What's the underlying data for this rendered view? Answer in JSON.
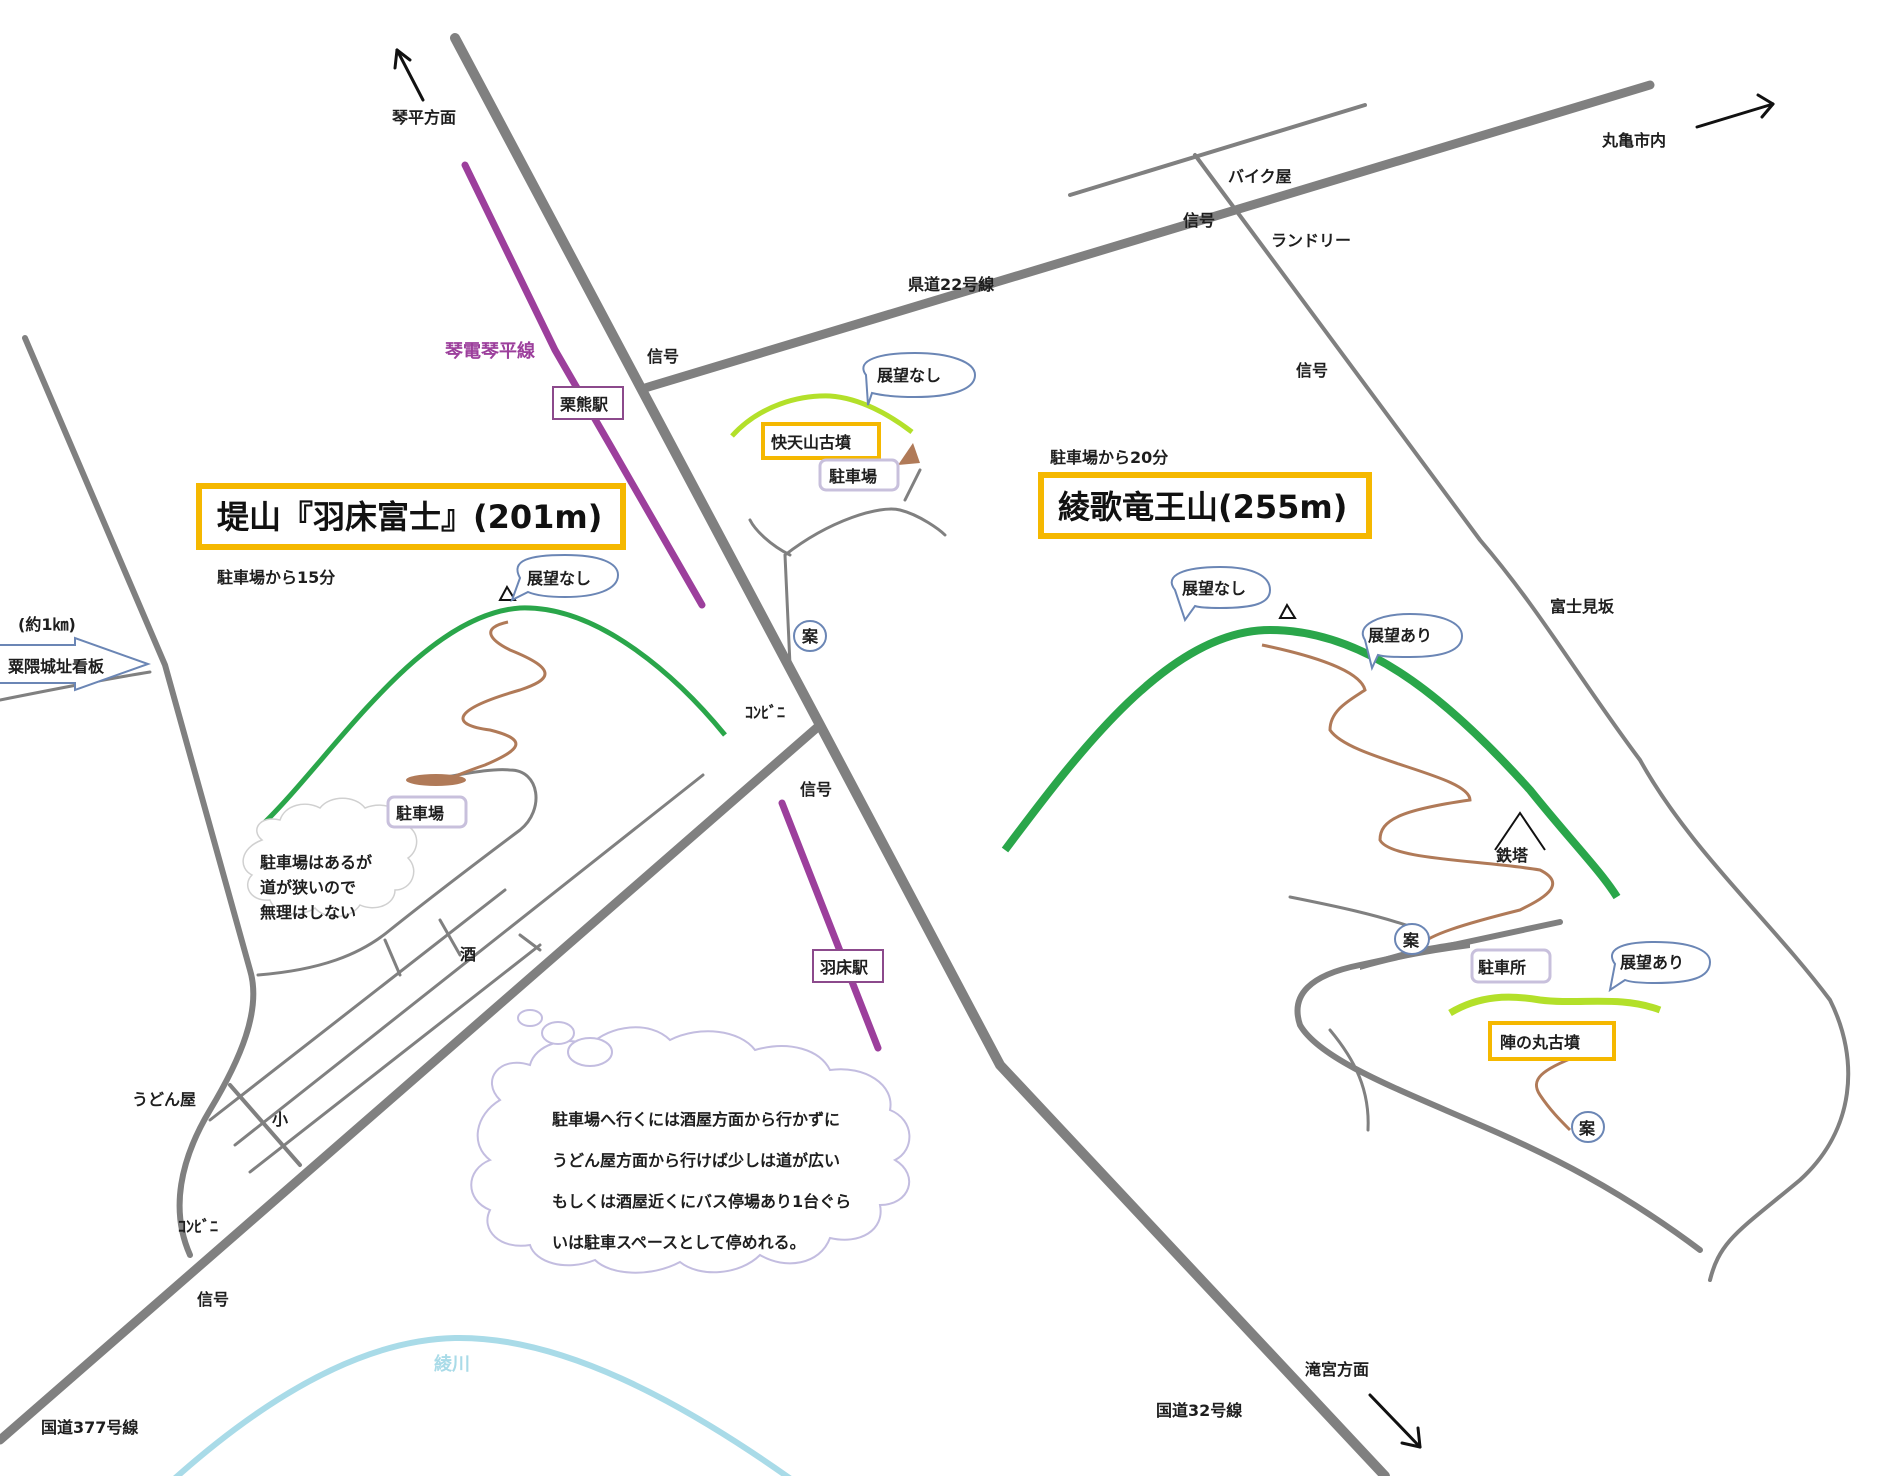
{
  "colors": {
    "road": "#808080",
    "rail": "#9c3f9c",
    "mountain": "#2aa64a",
    "trail": "#b07a58",
    "kofun": "#b3e02a",
    "river": "#a9dbe8",
    "title_border": "#f5b800",
    "bubble_border": "#6b86b5",
    "cloud_border": "#c3bde0",
    "station_border": "#8c4a8c",
    "parking_box": "#c8c0dc"
  },
  "icons": {
    "summit": "triangle-icon",
    "tower": "tower-icon",
    "arrows": "arrow-icon"
  },
  "directions": {
    "kotohira": "琴平方面",
    "marugame": "丸亀市内",
    "takinomiya": "滝宮方面"
  },
  "roads": {
    "route22": "県道22号線",
    "route32": "国道32号線",
    "route377": "国道377号線"
  },
  "rail": {
    "line_name": "琴電琴平線",
    "station_kurikuma": "栗熊駅",
    "station_habu": "羽床駅"
  },
  "signals": {
    "s1": "信号",
    "s2": "信号",
    "s3": "信号",
    "s4": "信号",
    "s5": "信号"
  },
  "places": {
    "bike_shop": "バイク屋",
    "laundry": "ランドリー",
    "fujimizaka": "富士見坂",
    "sake": "酒",
    "school": "小",
    "udon": "うどん屋",
    "konbini1": "ｺﾝﾋﾞﾆ",
    "konbini2": "ｺﾝﾋﾞﾆ",
    "river": "綾川",
    "castle_distance": "(約1㎞)",
    "castle_sign": "粟隈城址看板"
  },
  "tsutsumi": {
    "title": "堤山『羽床富士』(201m)",
    "time": "駐車場から15分",
    "view": "展望なし",
    "parking": "駐車場",
    "cloud_lines": [
      "駐車場はあるが",
      "道が狭いので",
      "無理はしない"
    ]
  },
  "kaitenzan": {
    "name": "快天山古墳",
    "view": "展望なし",
    "parking": "駐車場",
    "guide": "案"
  },
  "ryuou": {
    "title": "綾歌竜王山(255m)",
    "time": "駐車場から20分",
    "view_none": "展望なし",
    "view_yes": "展望あり",
    "tower": "鉄塔",
    "guide": "案",
    "parking": "駐車所"
  },
  "jinnomaru": {
    "name": "陣の丸古墳",
    "view": "展望あり",
    "guide": "案"
  },
  "note_cloud": {
    "lines": [
      "駐車場へ行くには酒屋方面から行かずに",
      "うどん屋方面から行けば少しは道が広い",
      "もしくは酒屋近くにバス停場あり1台ぐら",
      "いは駐車スペースとして停めれる。"
    ]
  }
}
